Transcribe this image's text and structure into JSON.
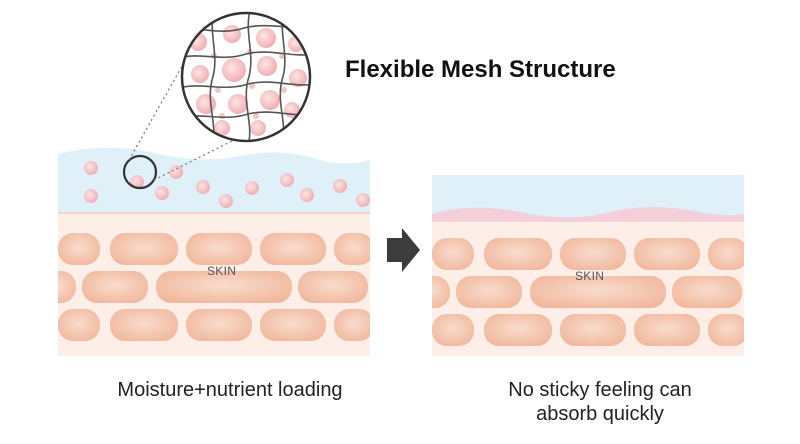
{
  "title": "Flexible Mesh Structure",
  "skin_label": "SKIN",
  "captions": {
    "left": "Moisture+nutrient loading",
    "right_line1": "No sticky feeling can",
    "right_line2": "absorb quickly"
  },
  "colors": {
    "moisture_layer": "#dff0f8",
    "epidermis": "#fdeee8",
    "skin_cell": "#f4c3ac",
    "capsule": "#f5c0c0",
    "mesh_line": "#555555",
    "arrow": "#3c3c3c",
    "pink_wave": "#f3cfd9"
  },
  "icons": {
    "arrow": "right-arrow-icon",
    "zoom": "magnifier-circle-icon"
  }
}
